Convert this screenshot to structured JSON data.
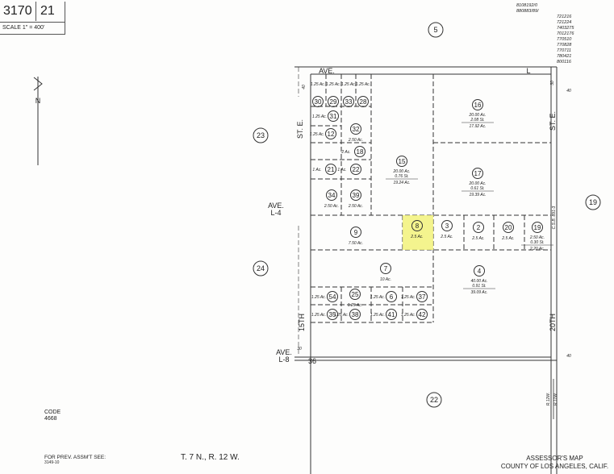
{
  "header": {
    "book": "3170",
    "page": "21",
    "scale": "SCALE 1\" = 400'"
  },
  "top_right_notes": [
    "8108192/0",
    "880883/89/",
    "721216",
    "721224",
    "7403275",
    "7012176",
    "770510",
    "770828",
    "770711",
    "780421",
    "800116"
  ],
  "streets": {
    "top": "AVE.",
    "top_right": "L",
    "left_upper": "ST. E.",
    "left_lower": "15TH",
    "right_upper": "ST. E.",
    "right_lower": "20TH",
    "ave_l4": [
      "AVE.",
      "L-4"
    ],
    "ave_l8": [
      "AVE.",
      "L-8"
    ],
    "section": "36",
    "csb": "C.S.B. 891-3",
    "range_line": [
      "R.12W.",
      "R.11W."
    ],
    "dims": [
      "40",
      "40",
      "30",
      "40",
      "30"
    ]
  },
  "adjacent": [
    "5",
    "23",
    "24",
    "19",
    "22"
  ],
  "highlight_color": "#f2f27a",
  "parcels": [
    {
      "id": "30",
      "area": "1.25 Ac."
    },
    {
      "id": "29",
      "area": "1.25 Ac."
    },
    {
      "id": "33",
      "area": "1.25 Ac."
    },
    {
      "id": "28",
      "area": "1.25 Ac."
    },
    {
      "id": "31",
      "area": "1.25 Ac."
    },
    {
      "id": "12",
      "area": "1.25 Ac."
    },
    {
      "id": "32",
      "area": "2.50 Ac."
    },
    {
      "id": "18",
      "area": "2 Ac."
    },
    {
      "id": "21",
      "area": "1 Ac."
    },
    {
      "id": "22",
      "area": "1 Ac."
    },
    {
      "id": "34",
      "area": "2.50 Ac."
    },
    {
      "id": "39",
      "area": "2.50 Ac."
    },
    {
      "id": "15",
      "area": "20.00 Ac.",
      "street": "0.76 St.",
      "net": "19.24 Ac."
    },
    {
      "id": "16",
      "area": "20.00 Ac.",
      "street": "2.08 St.",
      "net": "17.92 Ac."
    },
    {
      "id": "17",
      "area": "20.00 Ac.",
      "street": "0.61 St.",
      "net": "19.39 Ac."
    },
    {
      "id": "9",
      "area": "7.50 Ac."
    },
    {
      "id": "8",
      "area": "2.5 Ac.",
      "highlighted": true
    },
    {
      "id": "3",
      "area": "2.5 Ac."
    },
    {
      "id": "2",
      "area": "2.5 Ac."
    },
    {
      "id": "20",
      "area": "2.5 Ac."
    },
    {
      "id": "19",
      "area": "2.50 Ac.",
      "street": "0.30 St.",
      "net": "2.20 Ac."
    },
    {
      "id": "7",
      "area": "10 Ac."
    },
    {
      "id": "4",
      "area": "40.00 Ac.",
      "street": "0.91 St.",
      "net": "39.09 Ac."
    },
    {
      "id": "54",
      "area": "1.25 Ac."
    },
    {
      "id": "25",
      "area": "1.25 Ac."
    },
    {
      "id": "6",
      "area": "1.25 Ac."
    },
    {
      "id": "37",
      "area": "1.25 Ac."
    },
    {
      "id": "35",
      "area": "1.25 Ac."
    },
    {
      "id": "38",
      "area": "1.25 Ac."
    },
    {
      "id": "41",
      "area": "1.25 Ac."
    },
    {
      "id": "42",
      "area": "1.25 Ac."
    }
  ],
  "north": "N",
  "footer": {
    "code_label": "CODE",
    "code": "4668",
    "prev_label": "FOR PREV. ASSM'T SEE:",
    "prev": "3149-10",
    "township": "T. 7 N., R. 12 W.",
    "title1": "ASSESSOR'S MAP",
    "title2": "COUNTY OF LOS ANGELES, CALIF."
  }
}
